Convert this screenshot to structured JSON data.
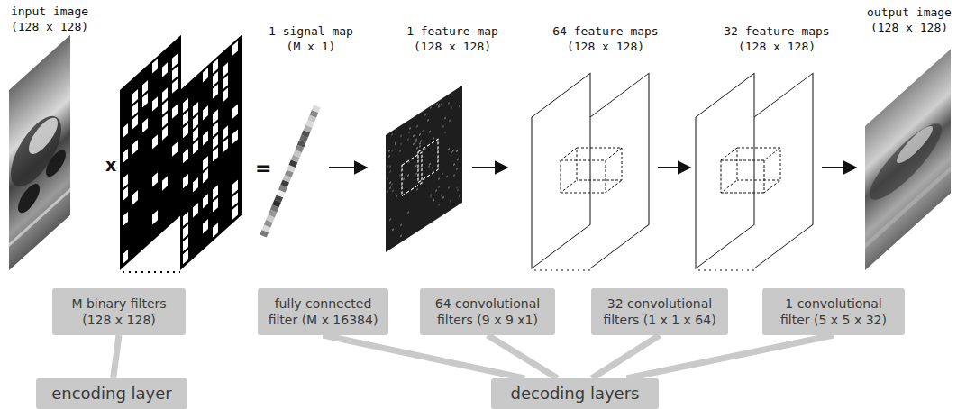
{
  "diagram": {
    "nodes": [
      {
        "text": [
          "M binary filters (128 x 128)"
        ]
      },
      {
        "text": [
          "fully connected filter (M x 16384)"
        ]
      },
      {
        "text": [
          "64 convolutional filters (9 x 9 x1)"
        ]
      },
      {
        "text": [
          "32 convolutional filters (1 x 1 x 64)"
        ]
      },
      {
        "text": [
          "1 convolutional filter (5 x 5 x 32)"
        ]
      },
      {
        "text": [
          "encoding layer"
        ]
      },
      {
        "text": [
          "decoding layers"
        ]
      }
    ],
    "edges": [
      {
        "from": 5,
        "to": 0,
        "arrow": "none"
      },
      {
        "from": 6,
        "to": 1,
        "arrow": "none"
      },
      {
        "from": 6,
        "to": 2,
        "arrow": "none"
      },
      {
        "from": 6,
        "to": 3,
        "arrow": "none"
      },
      {
        "from": 6,
        "to": 4,
        "arrow": "none"
      }
    ],
    "labels": [
      "input image (128 x 128)",
      "x",
      "=",
      "1 signal map (M x 1)",
      "1 feature map (128 x 128)",
      "64 feature maps (128 x 128)",
      "32 feature maps (128 x 128)",
      "output image (128 x 128)"
    ]
  }
}
